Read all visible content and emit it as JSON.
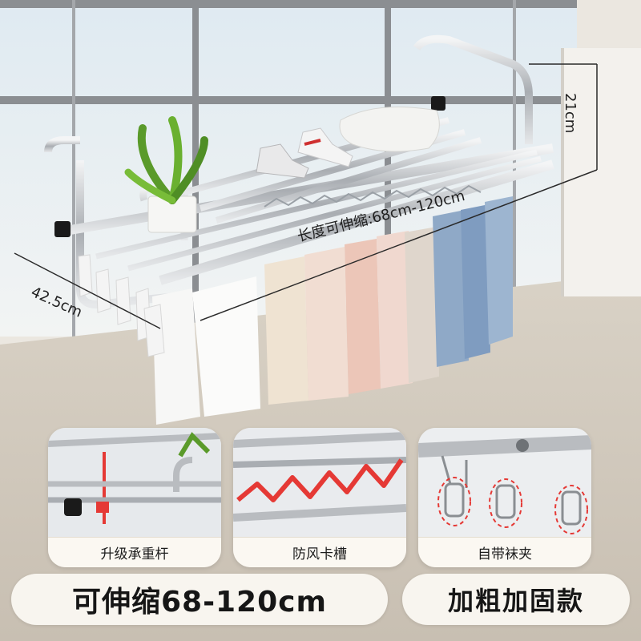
{
  "dimensions": {
    "length_label": "长度可伸缩:68cm-120cm",
    "depth_label": "42.5cm",
    "height_label": "21cm"
  },
  "features": [
    {
      "label": "升级承重杆",
      "icon": "support-rod-closeup"
    },
    {
      "label": "防风卡槽",
      "icon": "windproof-groove-closeup"
    },
    {
      "label": "自带袜夹",
      "icon": "sock-clip-closeup"
    }
  ],
  "bottom": {
    "range_label": "可伸缩68-120cm",
    "style_label": "加粗加固款"
  },
  "colors": {
    "background": "#e8e4dc",
    "card": "#f7f4ee",
    "accent_red": "#e53935",
    "steel": "#b9bcc0"
  }
}
